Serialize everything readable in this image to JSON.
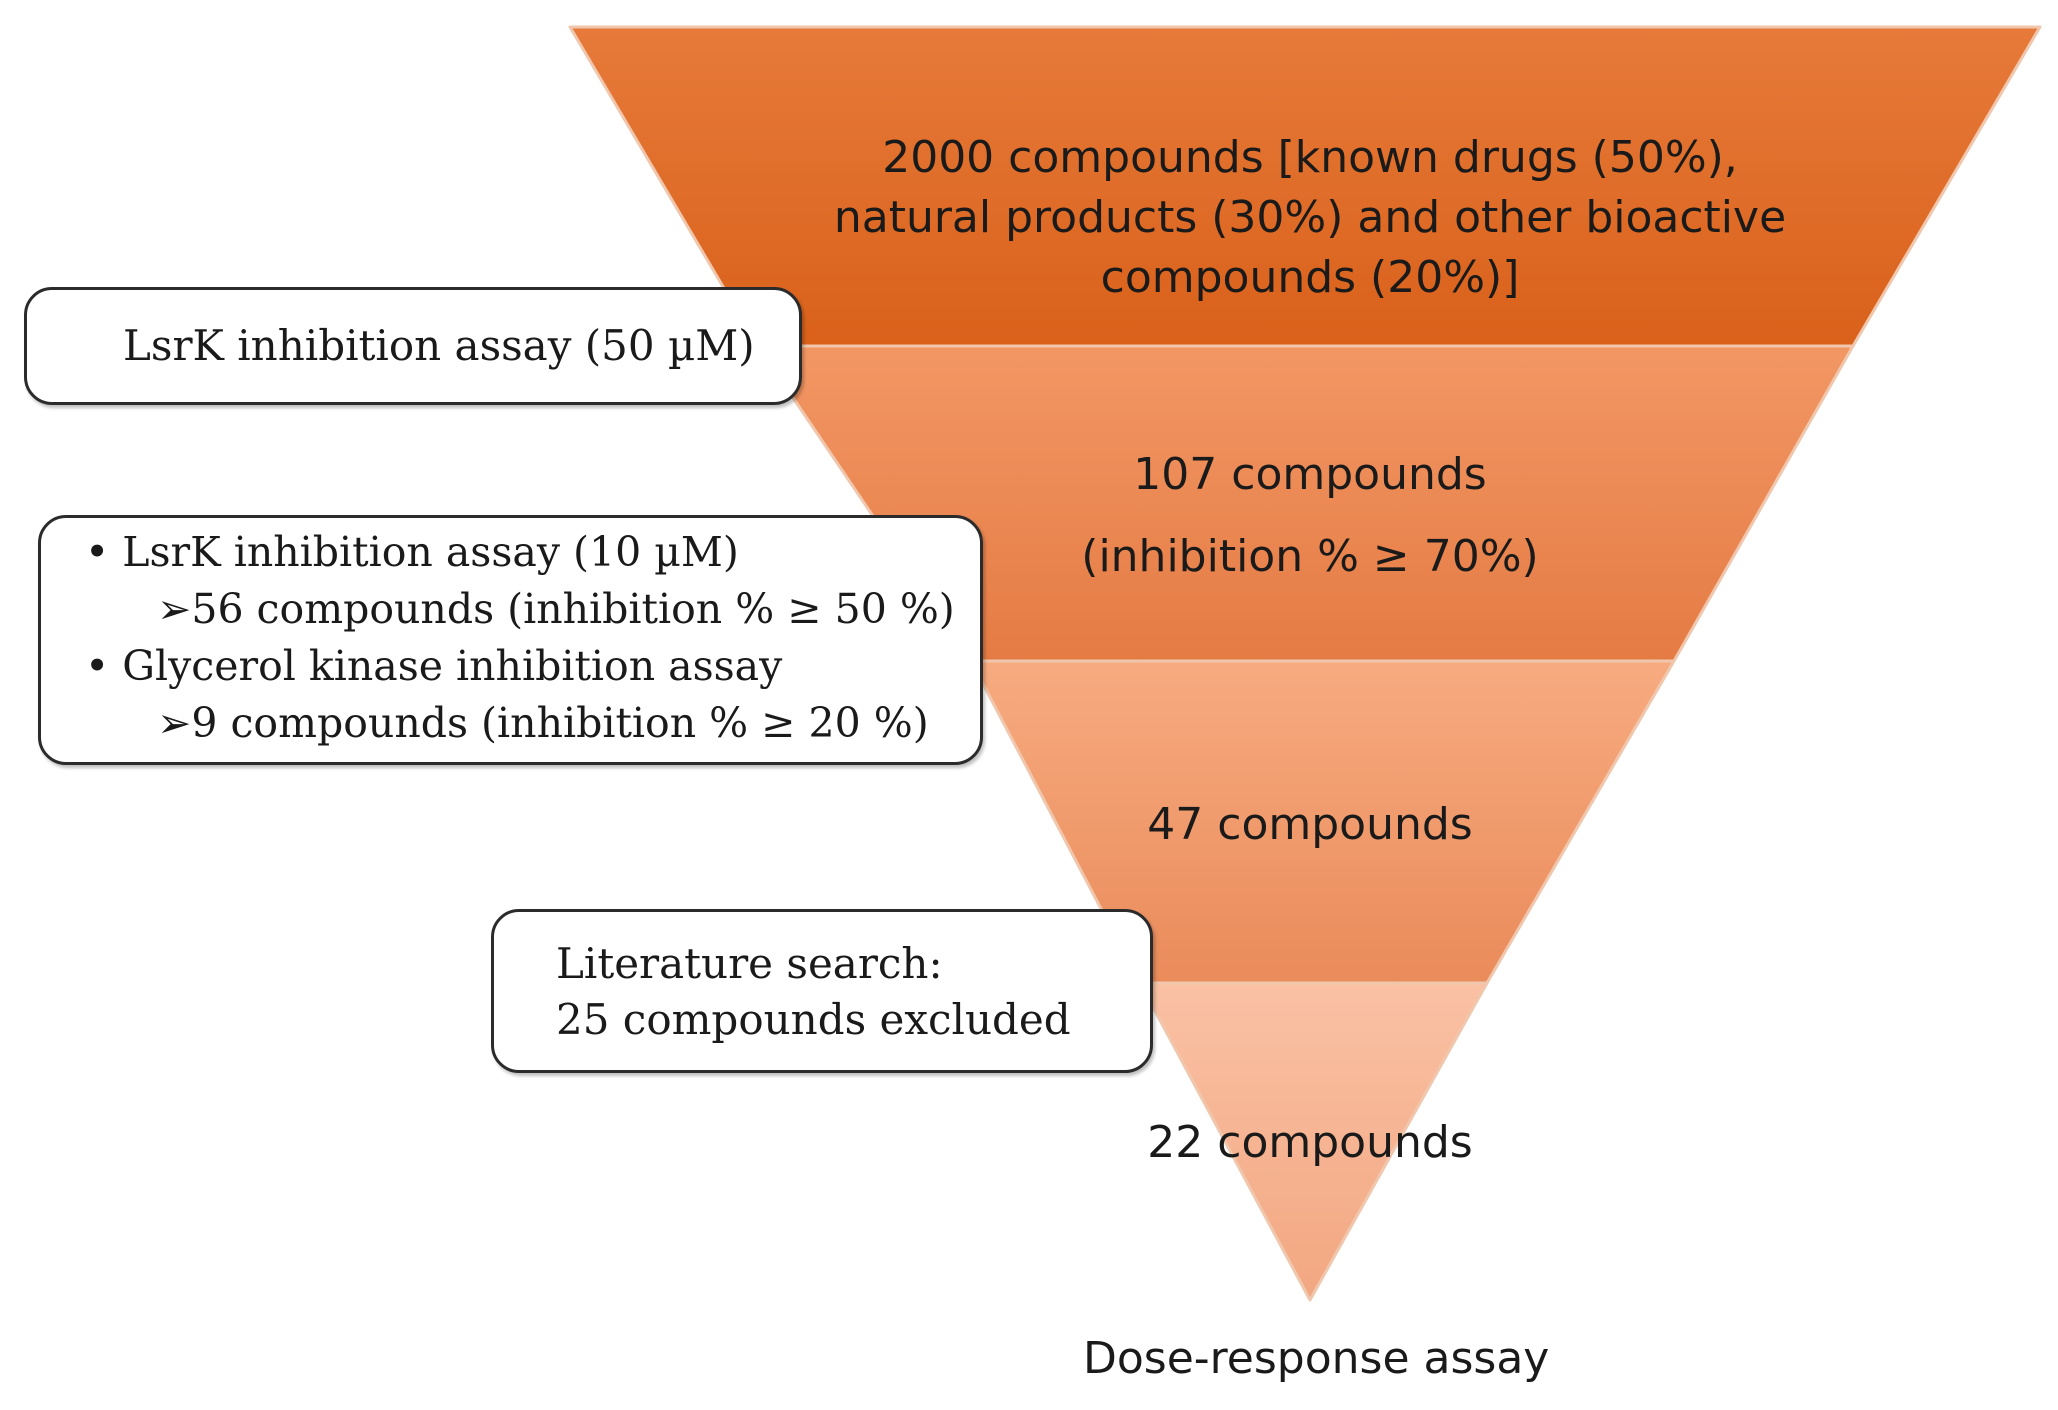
{
  "colors": {
    "layer1_top": "#e77a3a",
    "layer1_bottom": "#d9611a",
    "layer2_top": "#f29764",
    "layer2_bottom": "#e57b44",
    "layer3_top": "#f7ab80",
    "layer3_bottom": "#ea8b5a",
    "layer4_top": "#fac1a4",
    "layer4_bottom": "#f2a781",
    "edge": "#f0c7ad"
  },
  "funnel": {
    "layer1": {
      "line1": "2000 compounds [known drugs (50%),",
      "line2": "natural products (30%) and other bioactive",
      "line3": "compounds (20%)]"
    },
    "layer2": {
      "line1": "107 compounds",
      "line2": "(inhibition % ≥ 70%)"
    },
    "layer3": {
      "line1": "47 compounds"
    },
    "layer4": {
      "line1": "22 compounds"
    }
  },
  "boxes": {
    "assay50": {
      "text": "LsrK inhibition assay  (50 µM)"
    },
    "assay10": {
      "bullet1": "• LsrK inhibition assay (10 µM)",
      "sub1": "➢56 compounds (inhibition % ≥ 50 %)",
      "bullet2": "•   Glycerol kinase inhibition assay",
      "sub2": "➢9 compounds (inhibition % ≥ 20 %)"
    },
    "literature": {
      "line1": "Literature search:",
      "line2": "25 compounds excluded"
    }
  },
  "footer": {
    "label": "Dose-response assay"
  }
}
